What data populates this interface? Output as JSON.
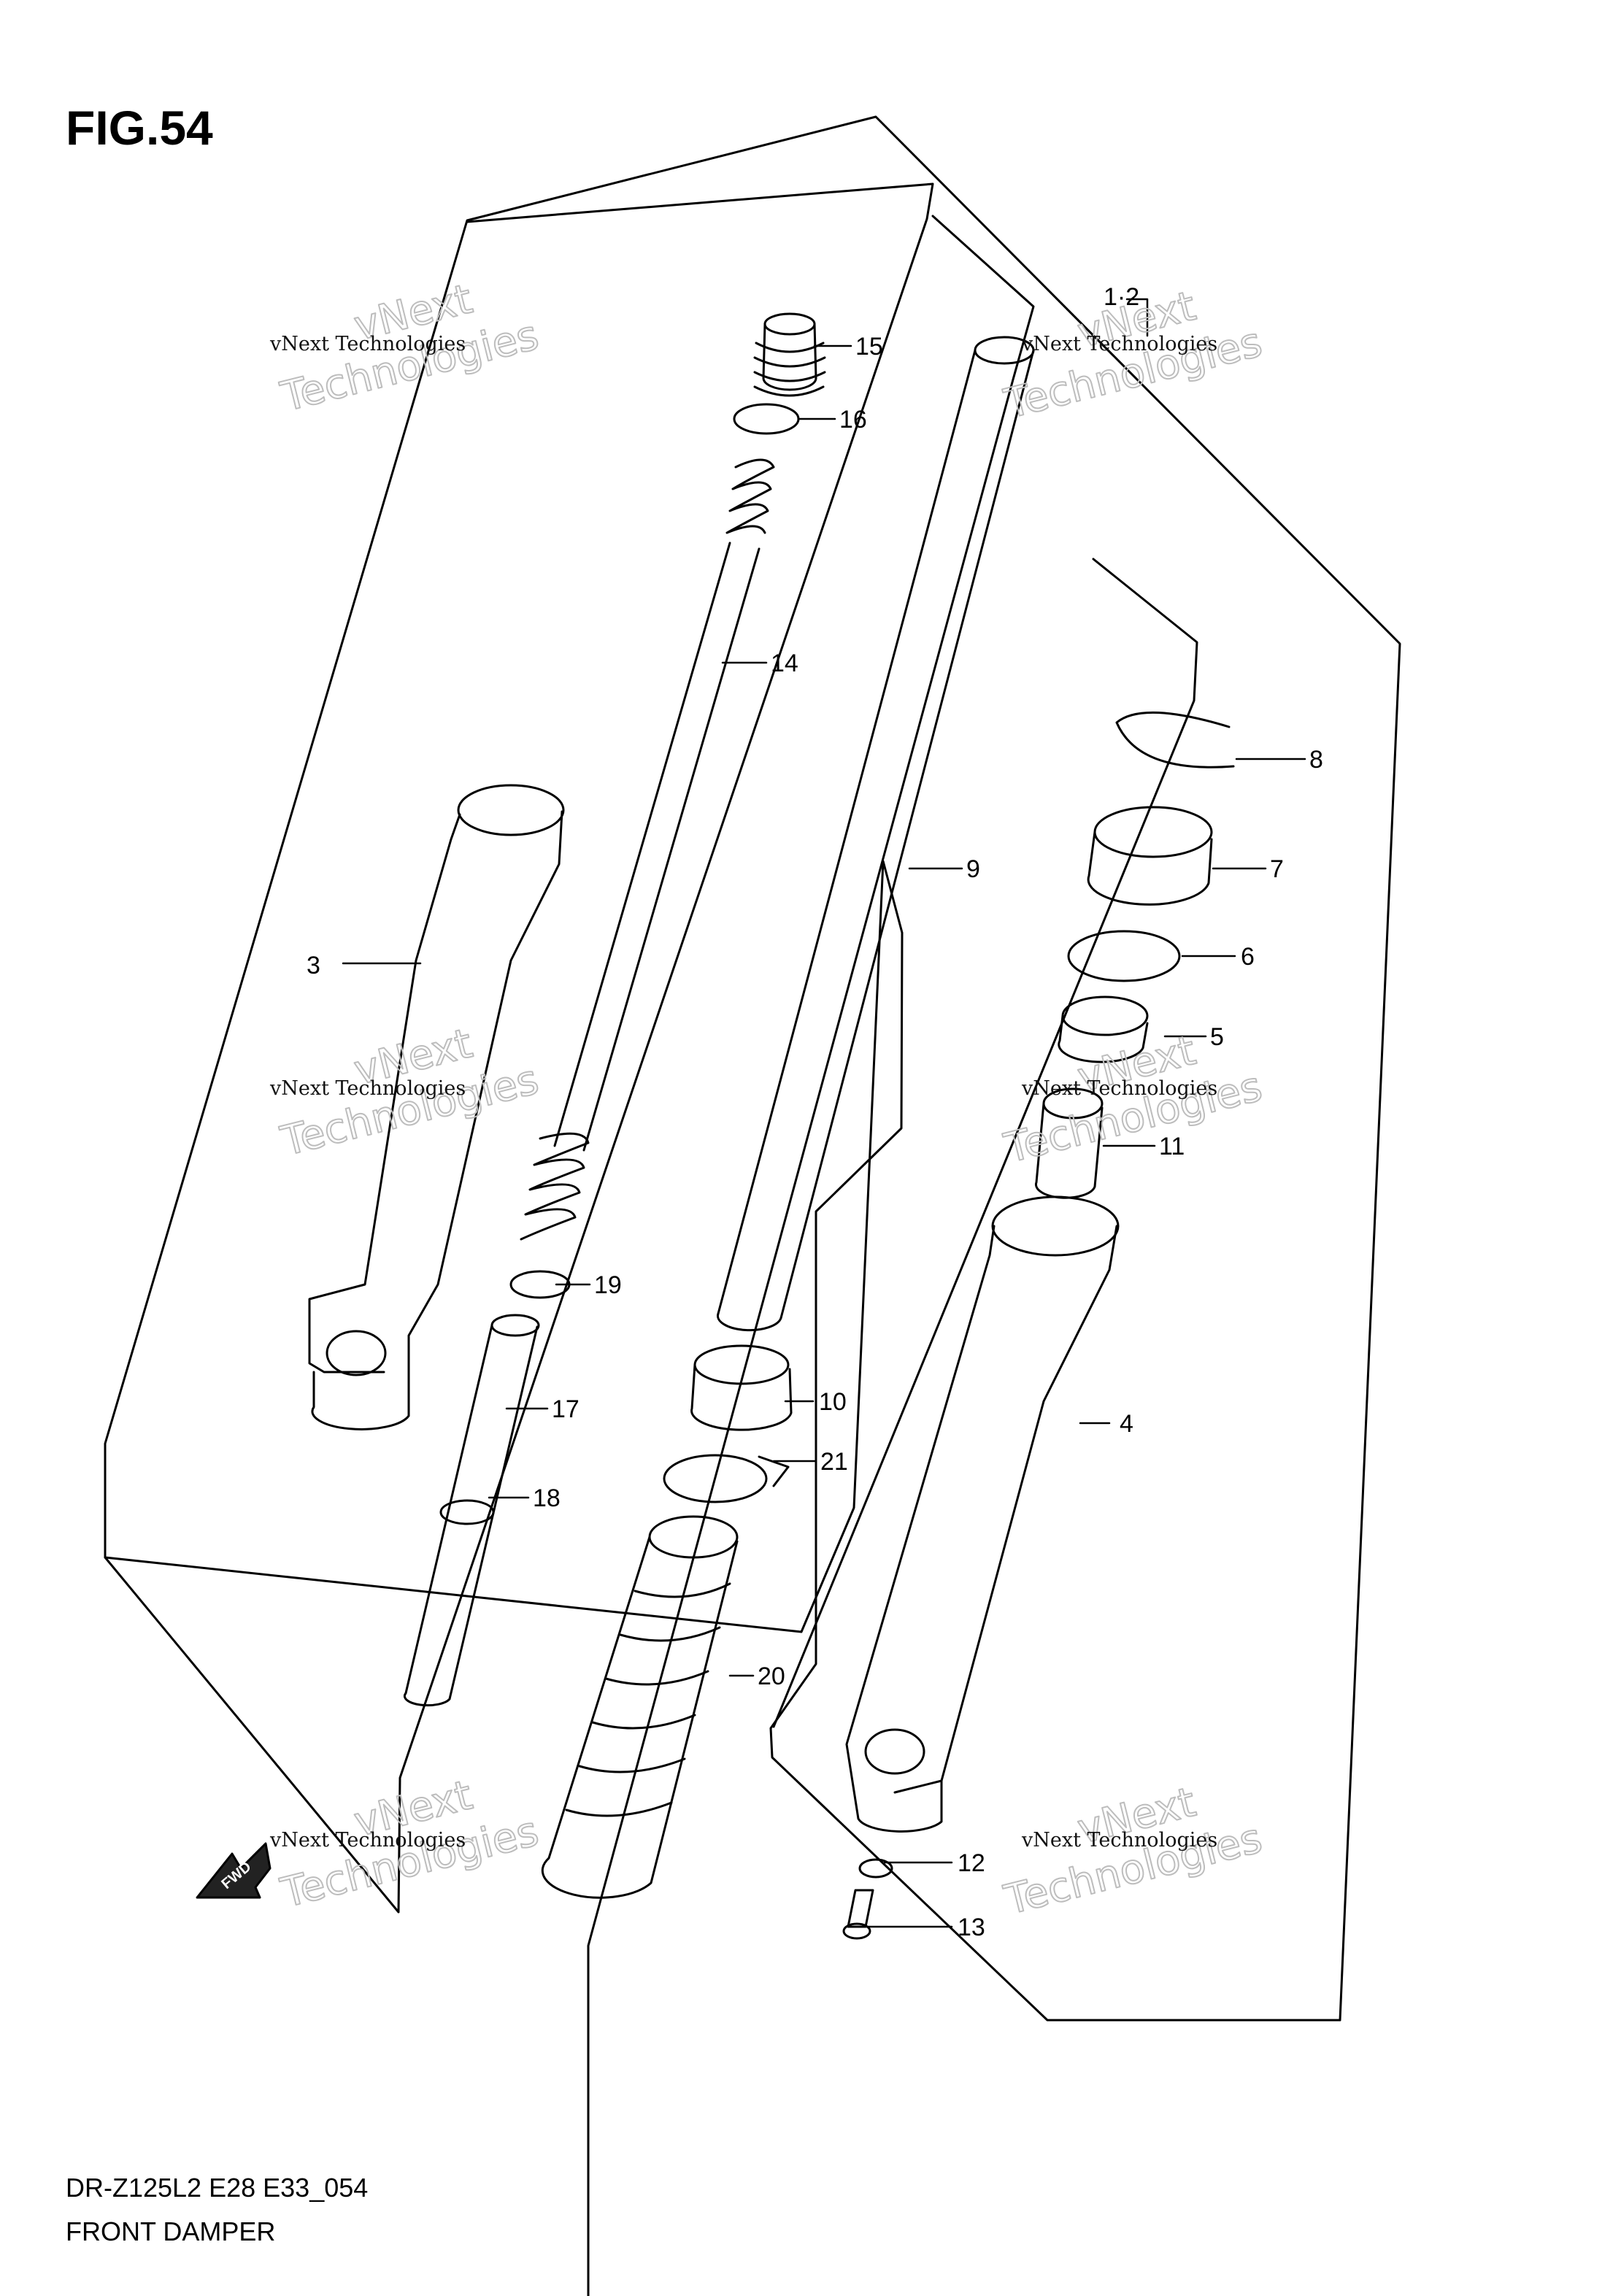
{
  "figure_title": "FIG.54",
  "model_code": "DR-Z125L2 E28 E33_054",
  "diagram_title": "FRONT DAMPER",
  "watermark": {
    "company": "vNext Technologies",
    "line1": "vNext",
    "line2": "Technologies"
  },
  "fwd_label": "FWD",
  "callouts": {
    "p1_2": "1·2",
    "p3": "3",
    "p4": "4",
    "p5": "5",
    "p6": "6",
    "p7": "7",
    "p8": "8",
    "p9": "9",
    "p10": "10",
    "p11": "11",
    "p12": "12",
    "p13": "13",
    "p14": "14",
    "p15": "15",
    "p16": "16",
    "p17": "17",
    "p18": "18",
    "p19": "19",
    "p20": "20",
    "p21": "21"
  },
  "colors": {
    "line": "#000000",
    "watermark_outline": "#bdbdbd",
    "background": "#ffffff"
  }
}
